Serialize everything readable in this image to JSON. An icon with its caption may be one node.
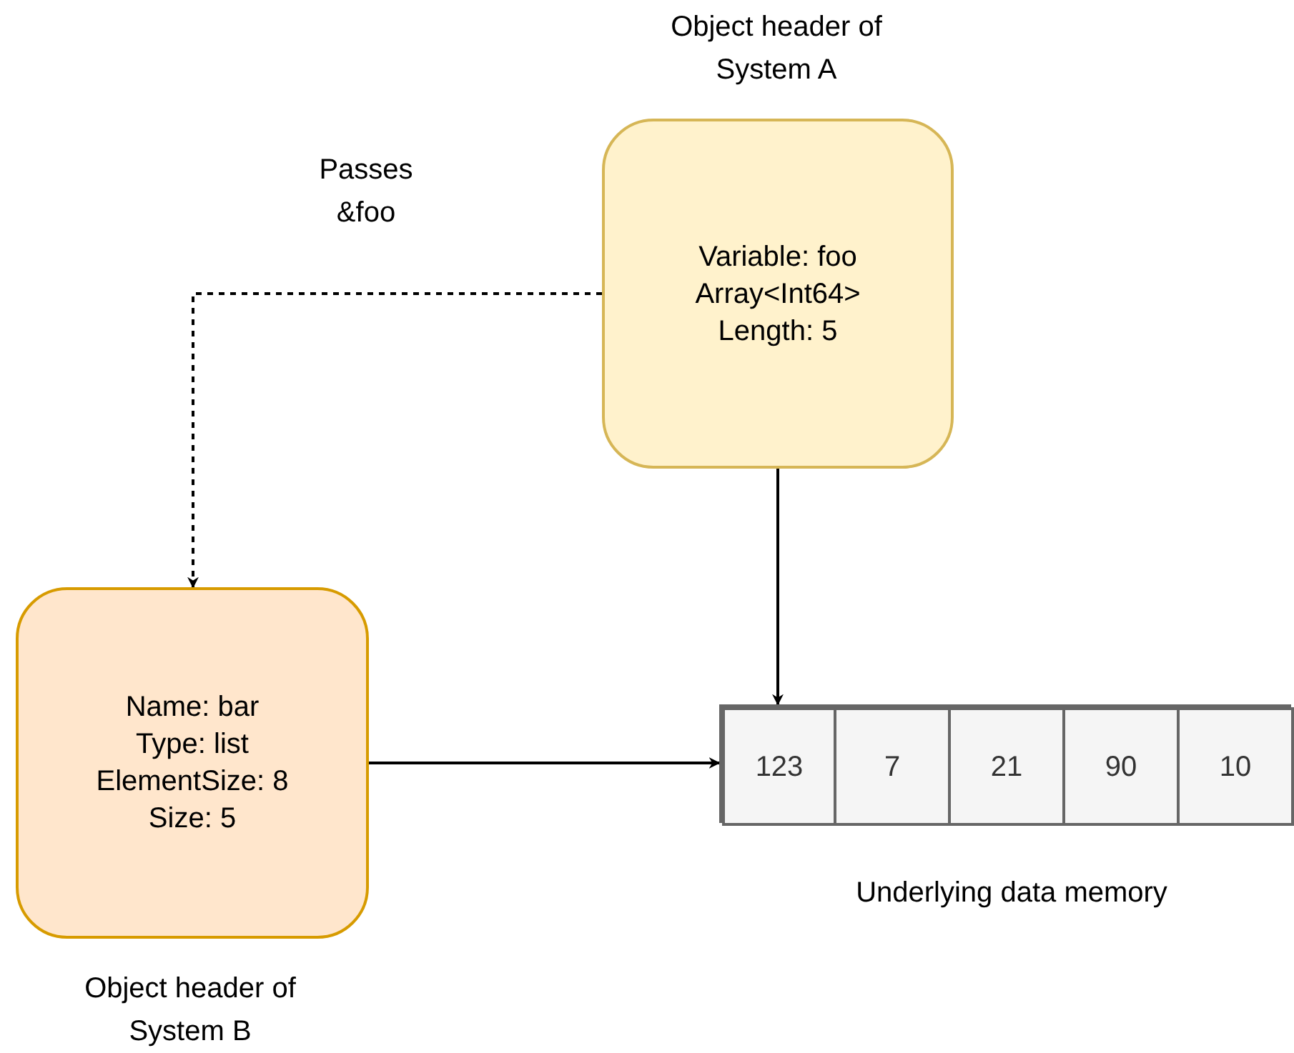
{
  "diagram": {
    "nodes": [
      {
        "text": [
          "Variable: foo Array<Int64> Length: 5"
        ],
        "beside": [
          "Object header of System A"
        ]
      },
      {
        "text": [
          "Name: bar Type: list ElementSize: 8 Size: 5"
        ],
        "beside": [
          "Object header of System B"
        ]
      },
      {
        "text": [],
        "shape": "box",
        "beside": [
          "Underlying data memory"
        ]
      },
      {
        "text": [
          "123"
        ],
        "in": 2
      },
      {
        "text": [
          "7"
        ],
        "in": 2
      },
      {
        "text": [
          "21"
        ],
        "in": 2
      },
      {
        "text": [
          "90"
        ],
        "in": 2
      },
      {
        "text": [
          "10"
        ],
        "in": 2
      }
    ],
    "edges": [
      {
        "from": 0,
        "to": 1,
        "arrow": "to",
        "style": "dashed",
        "label": "Passes &foo"
      },
      {
        "from": 0,
        "to": 3,
        "arrow": "to"
      },
      {
        "from": 1,
        "to": 3,
        "arrow": "to"
      }
    ]
  }
}
